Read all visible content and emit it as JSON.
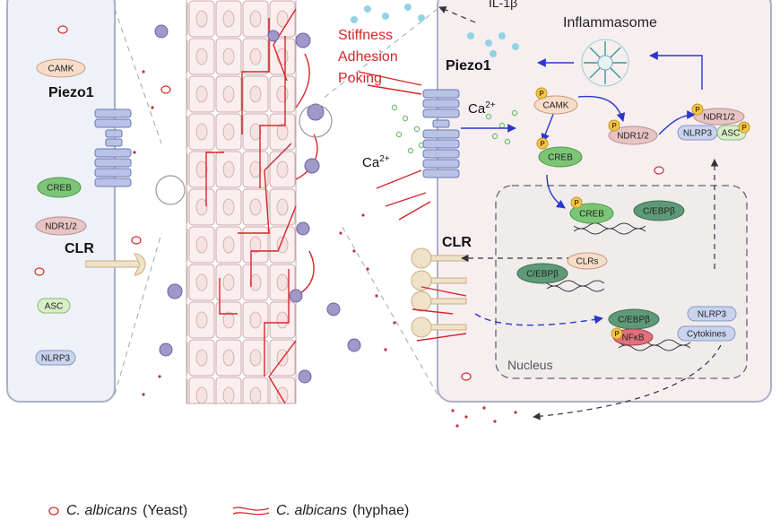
{
  "labels": {
    "il1b": "IL-1β",
    "inflammasome": "Inflammasome",
    "stiffness": "Stiffness",
    "adhesion": "Adhesion",
    "poking": "Poking",
    "piezo1_left": "Piezo1",
    "piezo1_right": "Piezo1",
    "clr_left": "CLR",
    "clr_right": "CLR",
    "ca_right": "Ca",
    "ca_left": "Ca",
    "ca_sup": "2+",
    "nucleus": "Nucleus"
  },
  "left_proteins": {
    "camk": "CAMK",
    "creb": "CREB",
    "ndr": "NDR1/2",
    "asc": "ASC",
    "nlrp3": "NLRP3"
  },
  "right_proteins": {
    "camk": "CAMK",
    "creb": "CREB",
    "ndr": "NDR1/2",
    "ndr_complex": "NDR1/2",
    "nlrp3_complex": "NLRP3",
    "asc_complex": "ASC",
    "creb_nuc": "CREB",
    "cebpb_nuc": "C/EBPβ",
    "cebpb_clrs": "C/EBPβ",
    "clrs": "CLRs",
    "cebpb_low": "C/EBPβ",
    "nfkb": "NFκB",
    "nlrp3_nuc": "NLRP3",
    "cytokines": "Cytokines"
  },
  "phospho_label": "P",
  "legend": {
    "yeast_name": "C. albicans",
    "yeast_form": "(Yeast)",
    "hyphae_name": "C. albicans",
    "hyphae_form": "(hyphae)"
  },
  "colors": {
    "cell_fill": "#eef1f8",
    "cell_border": "#a9b1c6",
    "red": "#d7262b",
    "blue_arrow": "#2b36c9",
    "camk": "#f6dcc9",
    "creb": "#7cc576",
    "ndr": "#e8c4c4",
    "asc": "#d8efc6",
    "nlrp3": "#c8d4ee",
    "cebpb": "#5e9a78",
    "nfkb": "#e0707c",
    "phospho": "#f4c64a"
  }
}
